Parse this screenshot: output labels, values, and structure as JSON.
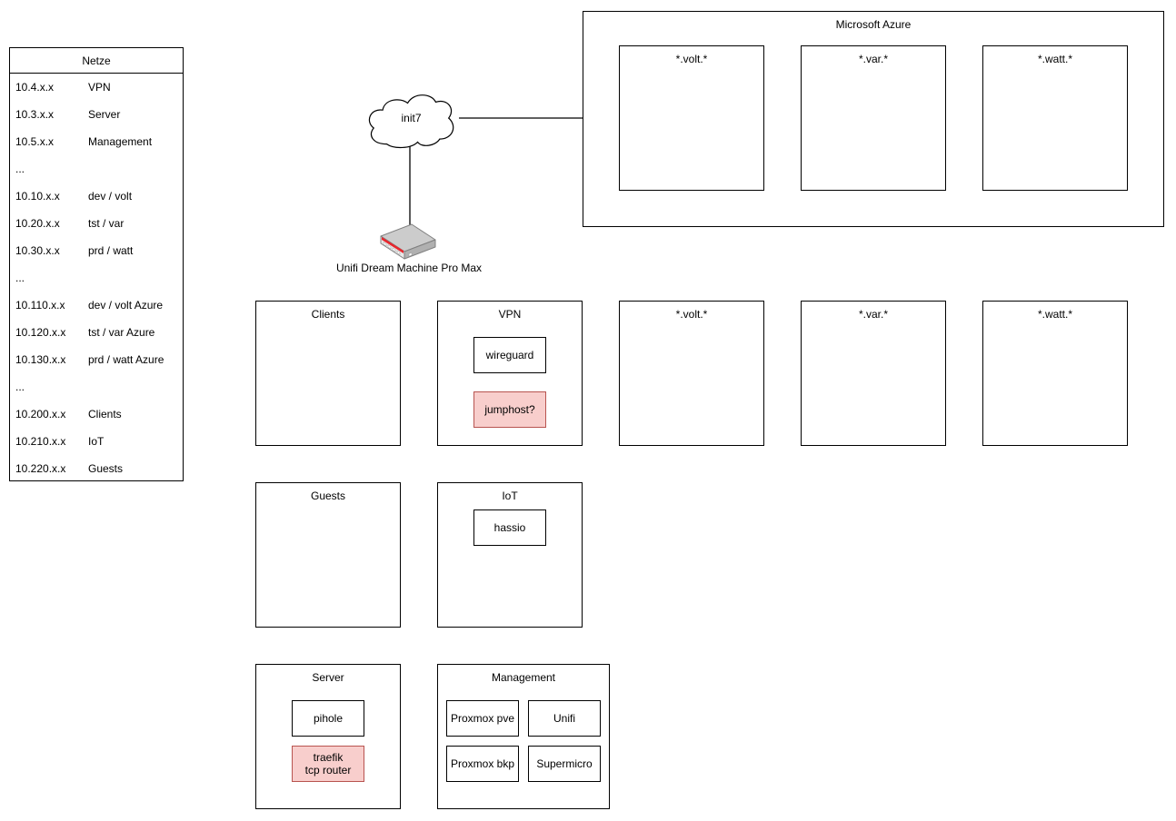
{
  "netze_table": {
    "title": "Netze",
    "rows": [
      {
        "ip": "10.4.x.x",
        "name": "VPN"
      },
      {
        "ip": "10.3.x.x",
        "name": "Server"
      },
      {
        "ip": "10.5.x.x",
        "name": "Management"
      },
      {
        "ip": "...",
        "name": ""
      },
      {
        "ip": "10.10.x.x",
        "name": "dev / volt"
      },
      {
        "ip": "10.20.x.x",
        "name": "tst / var"
      },
      {
        "ip": "10.30.x.x",
        "name": "prd / watt"
      },
      {
        "ip": "...",
        "name": ""
      },
      {
        "ip": "10.110.x.x",
        "name": "dev / volt Azure"
      },
      {
        "ip": "10.120.x.x",
        "name": "tst / var Azure"
      },
      {
        "ip": "10.130.x.x",
        "name": "prd / watt Azure"
      },
      {
        "ip": "...",
        "name": ""
      },
      {
        "ip": "10.200.x.x",
        "name": "Clients"
      },
      {
        "ip": "10.210.x.x",
        "name": "IoT"
      },
      {
        "ip": "10.220.x.x",
        "name": "Guests"
      }
    ]
  },
  "internet": {
    "cloud_label": "init7"
  },
  "router": {
    "label": "Unifi Dream Machine Pro Max"
  },
  "azure": {
    "title": "Microsoft Azure",
    "boxes": [
      "*.volt.*",
      "*.var.*",
      "*.watt.*"
    ]
  },
  "networks": {
    "clients": {
      "title": "Clients"
    },
    "vpn": {
      "title": "VPN",
      "wireguard": "wireguard",
      "jumphost": "jumphost?"
    },
    "volt": {
      "title": "*.volt.*"
    },
    "var": {
      "title": "*.var.*"
    },
    "watt": {
      "title": "*.watt.*"
    },
    "guests": {
      "title": "Guests"
    },
    "iot": {
      "title": "IoT",
      "hassio": "hassio"
    },
    "server": {
      "title": "Server",
      "pihole": "pihole",
      "traefik": "traefik\ntcp router"
    },
    "management": {
      "title": "Management",
      "items": [
        "Proxmox pve",
        "Unifi",
        "Proxmox bkp",
        "Supermicro"
      ]
    }
  },
  "colors": {
    "highlight_fill": "#f8cecc",
    "highlight_border": "#b85450",
    "box_border": "#000000",
    "router_red": "#e8262d"
  }
}
